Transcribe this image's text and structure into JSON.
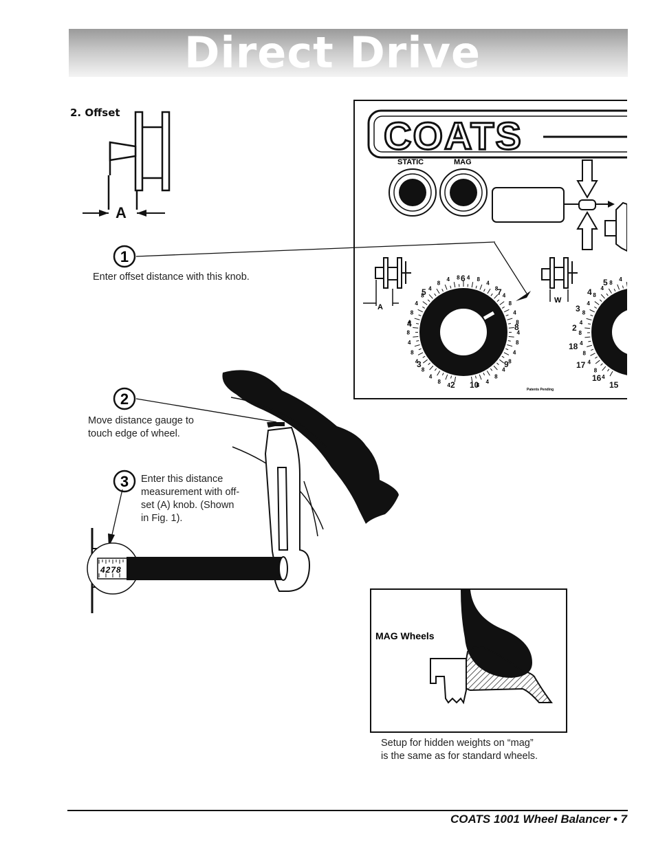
{
  "header": {
    "title": "Direct Drive"
  },
  "section": {
    "title": "2. Offset",
    "dimension_label": "A"
  },
  "callouts": [
    {
      "number": "1",
      "text": "Enter offset distance with this knob."
    },
    {
      "number": "2",
      "text_lines": [
        "Move distance gauge to",
        "touch edge of wheel."
      ]
    },
    {
      "number": "3",
      "text_lines": [
        "Enter this distance",
        "measurement with off-",
        "set (A) knob. (Shown",
        "in Fig. 1)."
      ]
    }
  ],
  "panel": {
    "brand": "COATS",
    "buttons": [
      "STATIC",
      "MAG"
    ],
    "left_dial_label": "A",
    "right_dial_label": "W",
    "patent_text": "Patents Pending",
    "left_dial_numbers": [
      "2",
      "3",
      "4",
      "5",
      "6",
      "7",
      "8",
      "9",
      "10"
    ],
    "right_dial_numbers": [
      "2",
      "3",
      "4",
      "5",
      "15",
      "16",
      "17",
      "18"
    ],
    "minor_tick_labels": [
      "2",
      "4",
      "6",
      "8"
    ]
  },
  "gauge": {
    "reading": "4278"
  },
  "mag_inset": {
    "label": "MAG Wheels",
    "caption_lines": [
      "Setup for hidden weights on “mag”",
      "is the same as for standard wheels."
    ]
  },
  "footer": {
    "text": "COATS 1001 Wheel Balancer • 7"
  }
}
